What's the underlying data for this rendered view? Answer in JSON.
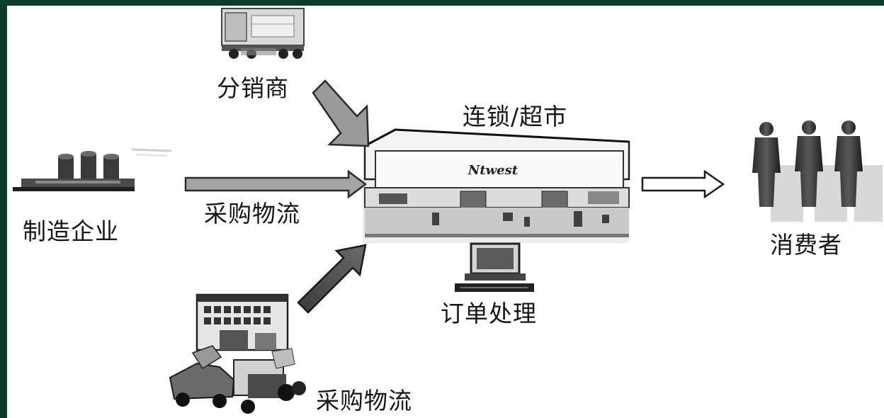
{
  "nodes": {
    "distributor": {
      "label": "分销商",
      "icon": "delivery-truck-icon"
    },
    "manufacturer": {
      "label": "制造企业",
      "icon": "factory-icon"
    },
    "retailer": {
      "label": "连锁/超市",
      "icon": "supermarket-building-icon",
      "sign": "Ntwest"
    },
    "order_processing": {
      "label": "订单处理",
      "icon": "computer-terminal-icon"
    },
    "consumer": {
      "label": "消费者",
      "icon": "people-group-icon"
    },
    "warehouse": {
      "icon": "warehouse-vehicles-icon"
    }
  },
  "edges": {
    "manufacturer_to_retailer": {
      "label": "采购物流"
    },
    "warehouse_to_retailer": {
      "label": "采购物流"
    }
  },
  "colors": {
    "frame": "#0e3b28",
    "arrow_fill": "#9a9a9a",
    "ink": "#161616"
  }
}
